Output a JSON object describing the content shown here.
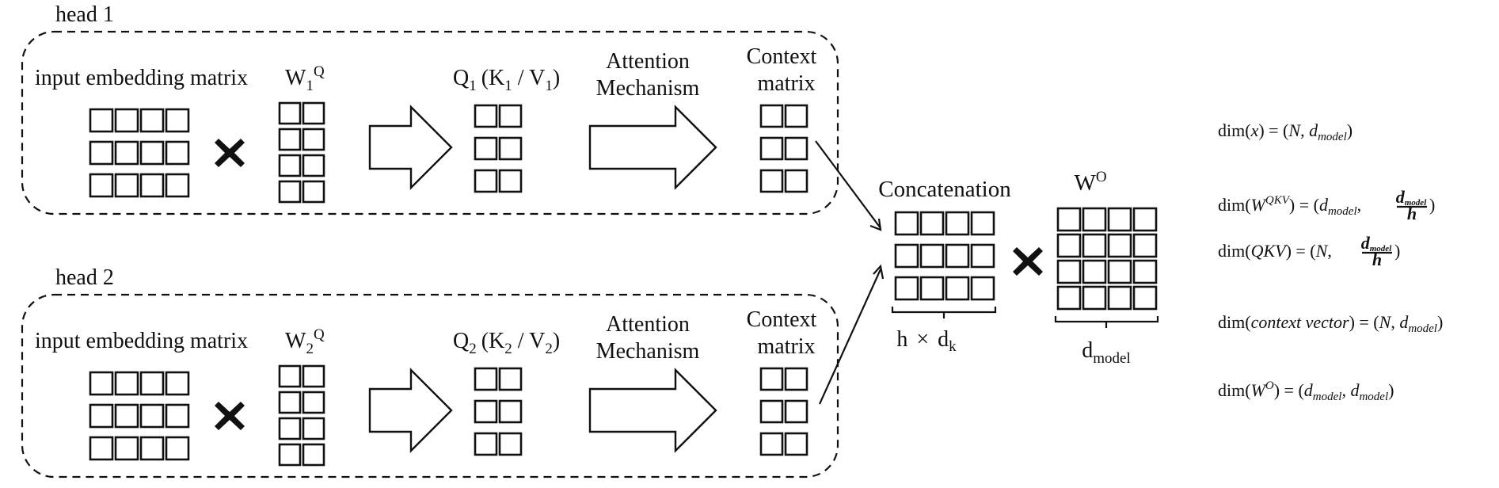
{
  "heads": [
    {
      "title": "head 1",
      "input_label": "input embedding matrix",
      "weight": {
        "base": "W",
        "sub": "1",
        "sup": "Q"
      },
      "qkv": {
        "q": "Q",
        "q_sub": "1",
        "k": "K",
        "k_sub": "1",
        "v": "V",
        "v_sub": "1"
      },
      "attention_label_line1": "Attention",
      "attention_label_line2": "Mechanism",
      "context_label_line1": "Context",
      "context_label_line2": "matrix"
    },
    {
      "title": "head 2",
      "input_label": "input embedding matrix",
      "weight": {
        "base": "W",
        "sub": "2",
        "sup": "Q"
      },
      "qkv": {
        "q": "Q",
        "q_sub": "2",
        "k": "K",
        "k_sub": "2",
        "v": "V",
        "v_sub": "2"
      },
      "attention_label_line1": "Attention",
      "attention_label_line2": "Mechanism",
      "context_label_line1": "Context",
      "context_label_line2": "matrix"
    }
  ],
  "concat": {
    "label": "Concatenation",
    "brace_label": {
      "h": "h",
      "times": "×",
      "d": "d",
      "sub": "k"
    }
  },
  "output_weight": {
    "base": "W",
    "sup": "O",
    "brace_label": {
      "d": "d",
      "sub": "model"
    }
  },
  "equations": [
    {
      "id": "dim-x",
      "text": "dim(x) = (N, d_model)"
    },
    {
      "id": "dim-wqkv",
      "text": "dim(W^QKV) = (d_model, d_model/h)"
    },
    {
      "id": "dim-qkv",
      "text": "dim(QKV) = (N, d_model/h)"
    },
    {
      "id": "dim-context",
      "text": "dim(context vector) = (N, d_model)"
    },
    {
      "id": "dim-wo",
      "text": "dim(W^O) = (d_model, d_model)"
    }
  ],
  "eq_parts": {
    "dim": "dim",
    "x": "x",
    "N": "N",
    "d": "d",
    "model": "model",
    "W": "W",
    "QKV": "QKV",
    "h": "h",
    "O": "O",
    "context_vector": "context vector"
  }
}
